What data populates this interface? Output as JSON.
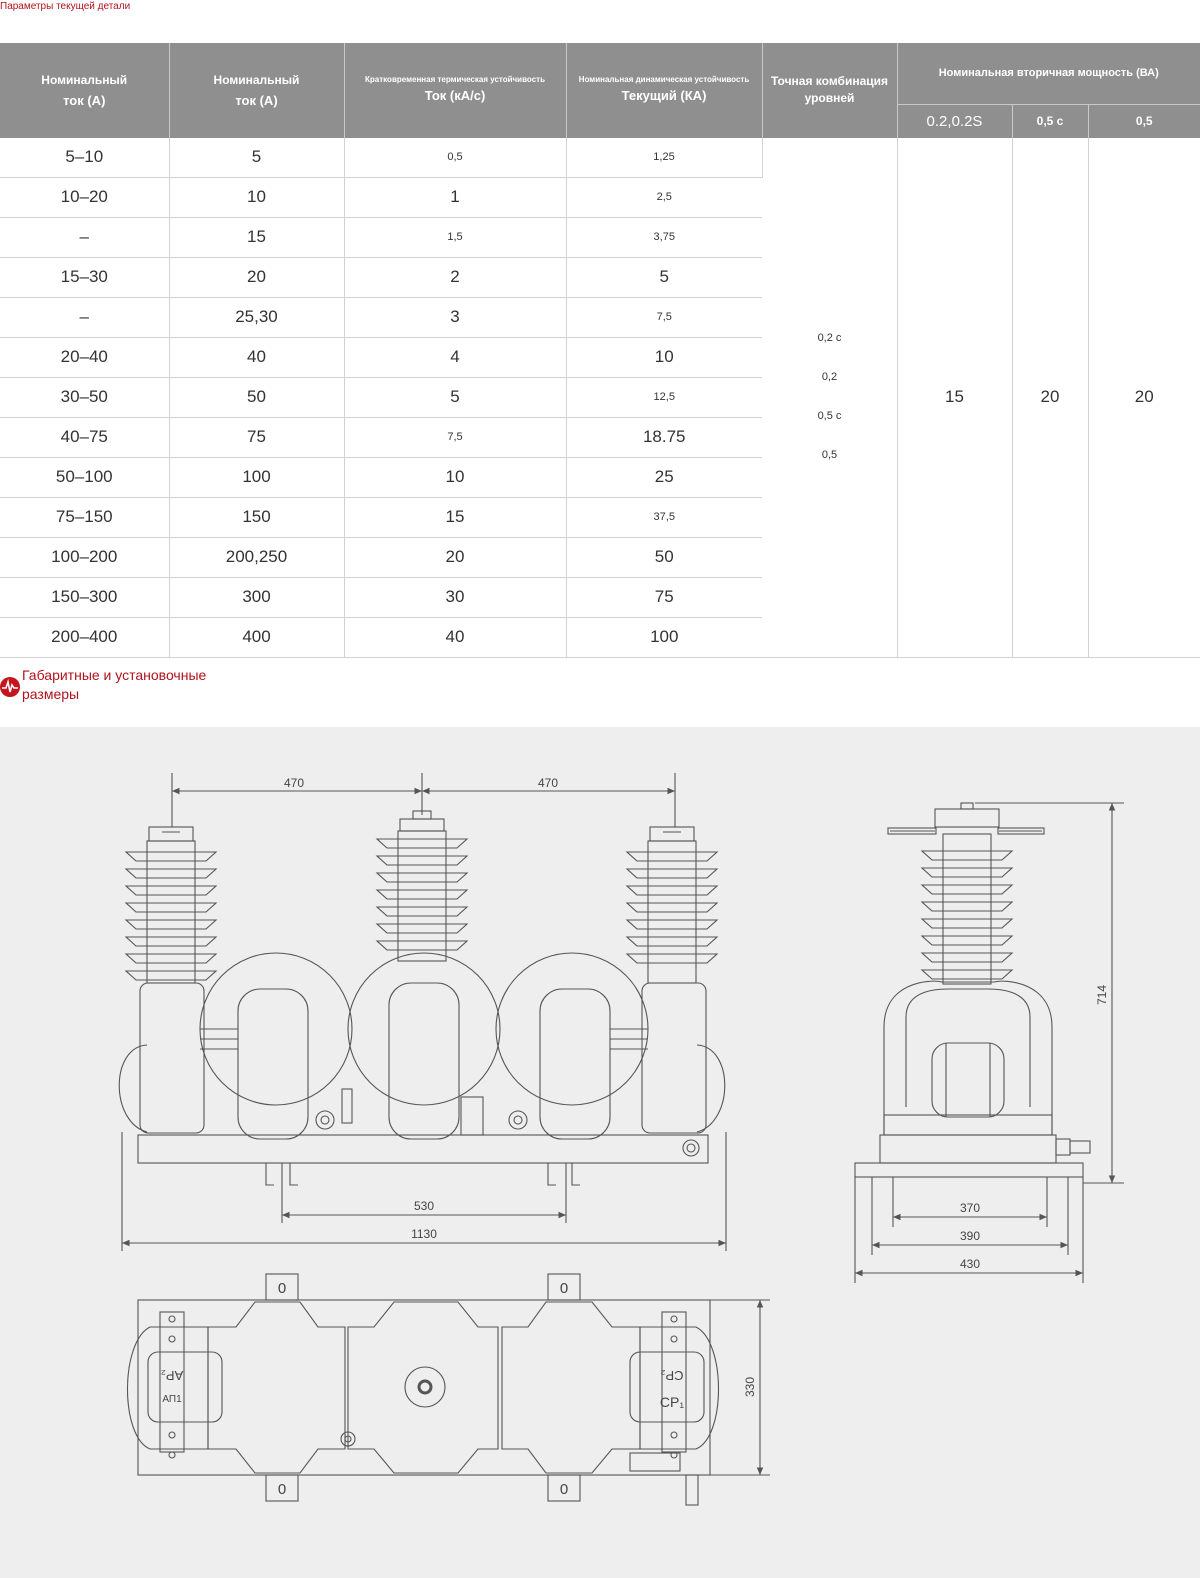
{
  "top_label": "Параметры текущей детали",
  "table": {
    "headers": {
      "col1_line1": "Номинальный",
      "col1_line2": "ток (A)",
      "col2_line1": "Номинальный",
      "col2_line2": "ток (A)",
      "col3_line1": "Кратковременная термическая устойчивость",
      "col3_line2": "Ток (кА/с)",
      "col4_line1": "Номинальная динамическая устойчивость",
      "col4_line2": "Текущий (КА)",
      "col5": "Точная комбинация уровней",
      "col6": "Номинальная вторичная мощность (ВА)",
      "sub1": "0.2,0.2S",
      "sub2": "0,5 с",
      "sub3": "0,5"
    },
    "rows": [
      [
        "5–10",
        "5",
        "0,5",
        "1,25"
      ],
      [
        "10–20",
        "10",
        "1",
        "2,5"
      ],
      [
        "–",
        "15",
        "1,5",
        "3,75"
      ],
      [
        "15–30",
        "20",
        "2",
        "5"
      ],
      [
        "–",
        "25,30",
        "3",
        "7,5"
      ],
      [
        "20–40",
        "40",
        "4",
        "10"
      ],
      [
        "30–50",
        "50",
        "5",
        "12,5"
      ],
      [
        "40–75",
        "75",
        "7,5",
        "18.75"
      ],
      [
        "50–100",
        "100",
        "10",
        "25"
      ],
      [
        "75–150",
        "150",
        "15",
        "37,5"
      ],
      [
        "100–200",
        "200,250",
        "20",
        "50"
      ],
      [
        "150–300",
        "300",
        "30",
        "75"
      ],
      [
        "200–400",
        "400",
        "40",
        "100"
      ]
    ],
    "accuracy": [
      "0,2 с",
      "0,2",
      "0,5 с",
      "0,5"
    ],
    "power": [
      "15",
      "20",
      "20"
    ]
  },
  "section_title": "Габаритные и установочные размеры",
  "dimensions": {
    "d470a": "470",
    "d470b": "470",
    "d530": "530",
    "d1130": "1130",
    "d714": "714",
    "d370": "370",
    "d390": "390",
    "d430": "430",
    "d330": "330"
  },
  "terminal_labels": {
    "ap2": "AP₂",
    "ap1": "АП1",
    "cp2": "CP₂",
    "cp1": "CP₁",
    "zero": "0"
  }
}
